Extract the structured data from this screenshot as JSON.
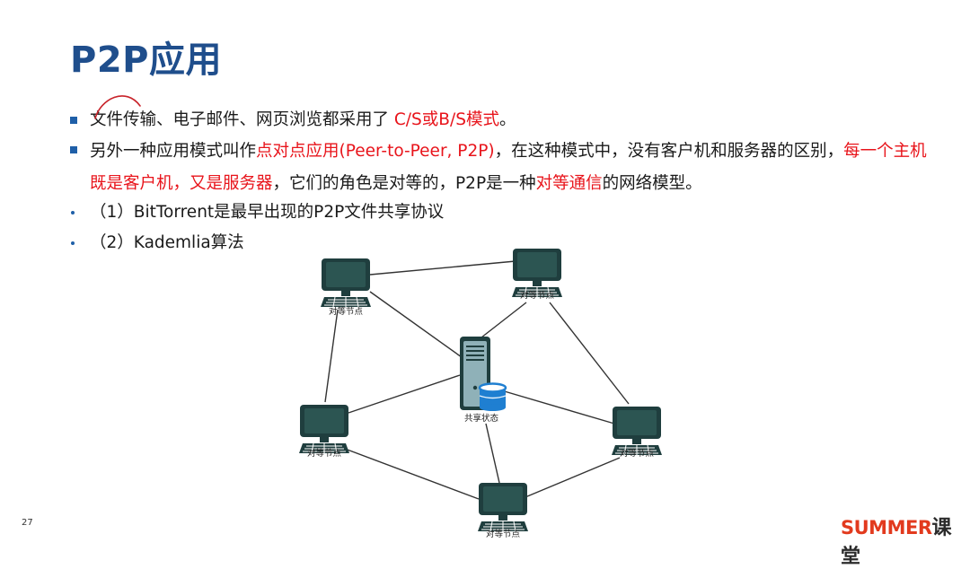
{
  "slide": {
    "title": "P2P应用",
    "page_number": "27",
    "logo_brand": "SUMMER",
    "logo_suffix": "课堂"
  },
  "bullets": [
    {
      "style": "square",
      "segments": [
        {
          "text": "文件传输、电子邮件、网页浏览都采用了 ",
          "color": "black"
        },
        {
          "text": "C/S或B/S模式",
          "color": "red"
        },
        {
          "text": "。",
          "color": "black"
        }
      ]
    },
    {
      "style": "square",
      "segments": [
        {
          "text": "另外一种应用模式叫作",
          "color": "black"
        },
        {
          "text": "点对点应用(Peer-to-Peer, P2P)",
          "color": "red"
        },
        {
          "text": "，在这种模式中，没有客户机和服务器的区别，",
          "color": "black"
        },
        {
          "text": "每一个主机既是客户机，又是服务器",
          "color": "red"
        },
        {
          "text": "，它们的角色是对等的，P2P是一种",
          "color": "black"
        },
        {
          "text": "对等通信",
          "color": "red"
        },
        {
          "text": "的网络模型。",
          "color": "black"
        }
      ]
    },
    {
      "style": "dot",
      "text": "（1）BitTorrent是最早出现的P2P文件共享协议"
    },
    {
      "style": "dot",
      "text": "（2）Kademlia算法"
    }
  ],
  "diagram": {
    "peer_label": "对等节点",
    "server_label": "共享状态",
    "colors": {
      "monitor": "#1f3e3e",
      "screen": "#2c5552",
      "line": "#333333",
      "db": "#1f7fd1",
      "server": "#8fb1b8"
    }
  }
}
